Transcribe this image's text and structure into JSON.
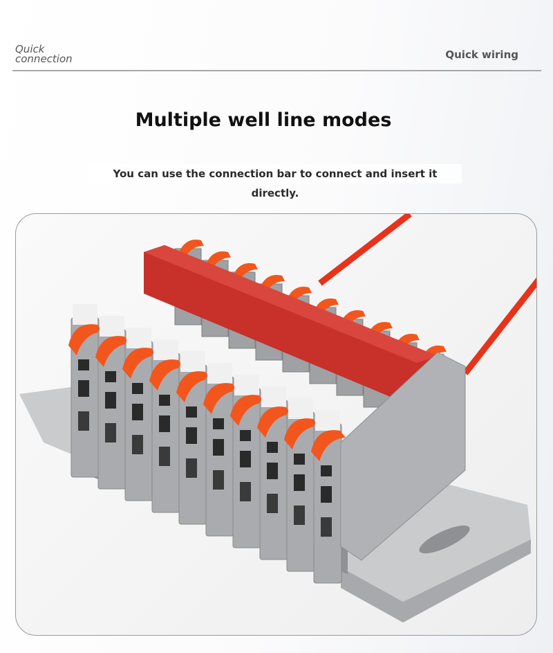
{
  "header": {
    "left_label_line1": "Quick",
    "left_label_line2": "connection",
    "right_label": "Quick wiring"
  },
  "main": {
    "title": "Multiple well line modes",
    "subtitle": "You can use the connection bar to connect and insert it directly."
  },
  "product_image": {
    "terminal_count": 10,
    "colors": {
      "lever": "#f2561d",
      "jumper": "#c8302a",
      "housing": "#a9abae",
      "wire": "#e8321a",
      "rail": "#c9cbcd"
    }
  }
}
